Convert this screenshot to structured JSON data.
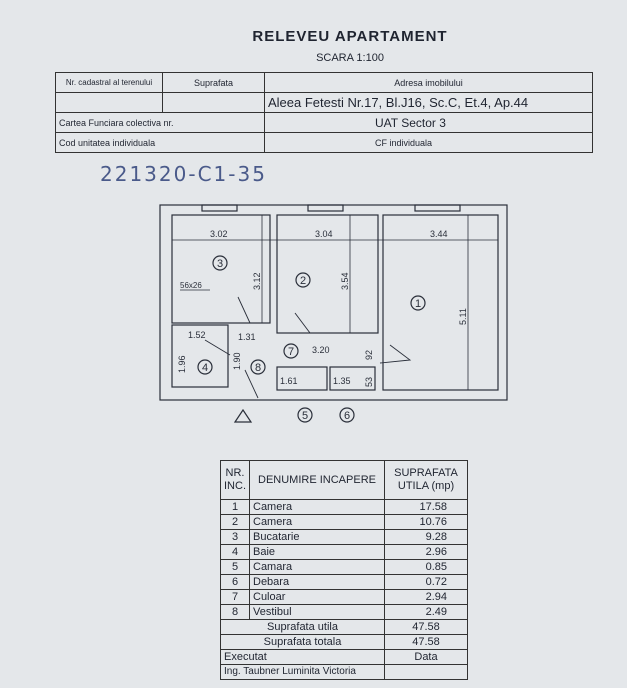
{
  "title": "RELEVEU APARTAMENT",
  "scale": "SCARA 1:100",
  "header_table": {
    "col_cadastral": "Nr. cadastral al terenului",
    "col_surface": "Suprafata",
    "col_address": "Adresa imobilului",
    "address": "Aleea Fetesti  Nr.17,  Bl.J16,  Sc.C,  Et.4,  Ap.44",
    "cf_collective_label": "Cartea Funciara colectiva nr.",
    "uat": "UAT Sector  3",
    "unit_code_label": "Cod unitatea individuala",
    "cf_individual": "CF individuala"
  },
  "handwritten_note": "221320-C1-35",
  "plan": {
    "dimensions": [
      "3.02",
      "3.04",
      "3.44",
      "3.12",
      "3.54",
      "5.11",
      "56x26",
      "1.52",
      "1.31",
      "3.20",
      "1.96",
      "1.90",
      "92",
      "1.61",
      "1.35",
      "53"
    ],
    "room_numbers": [
      "1",
      "2",
      "3",
      "4",
      "5",
      "6",
      "7",
      "8"
    ]
  },
  "rooms_table": {
    "headers": [
      "NR. INC.",
      "DENUMIRE INCAPERE",
      "SUPRAFATA UTILA  (mp)"
    ],
    "rows": [
      {
        "nr": "1",
        "name": "Camera",
        "area": "17.58"
      },
      {
        "nr": "2",
        "name": "Camera",
        "area": "10.76"
      },
      {
        "nr": "3",
        "name": "Bucatarie",
        "area": "9.28"
      },
      {
        "nr": "4",
        "name": "Baie",
        "area": "2.96"
      },
      {
        "nr": "5",
        "name": "Camara",
        "area": "0.85"
      },
      {
        "nr": "6",
        "name": "Debara",
        "area": "0.72"
      },
      {
        "nr": "7",
        "name": "Culoar",
        "area": "2.94"
      },
      {
        "nr": "8",
        "name": "Vestibul",
        "area": "2.49"
      }
    ],
    "useful_label": "Suprafata utila",
    "useful_value": "47.58",
    "total_label": "Suprafata totala",
    "total_value": "47.58",
    "executed_label": "Executat",
    "date_label": "Data",
    "engineer": "Ing. Taubner Luminita Victoria"
  }
}
